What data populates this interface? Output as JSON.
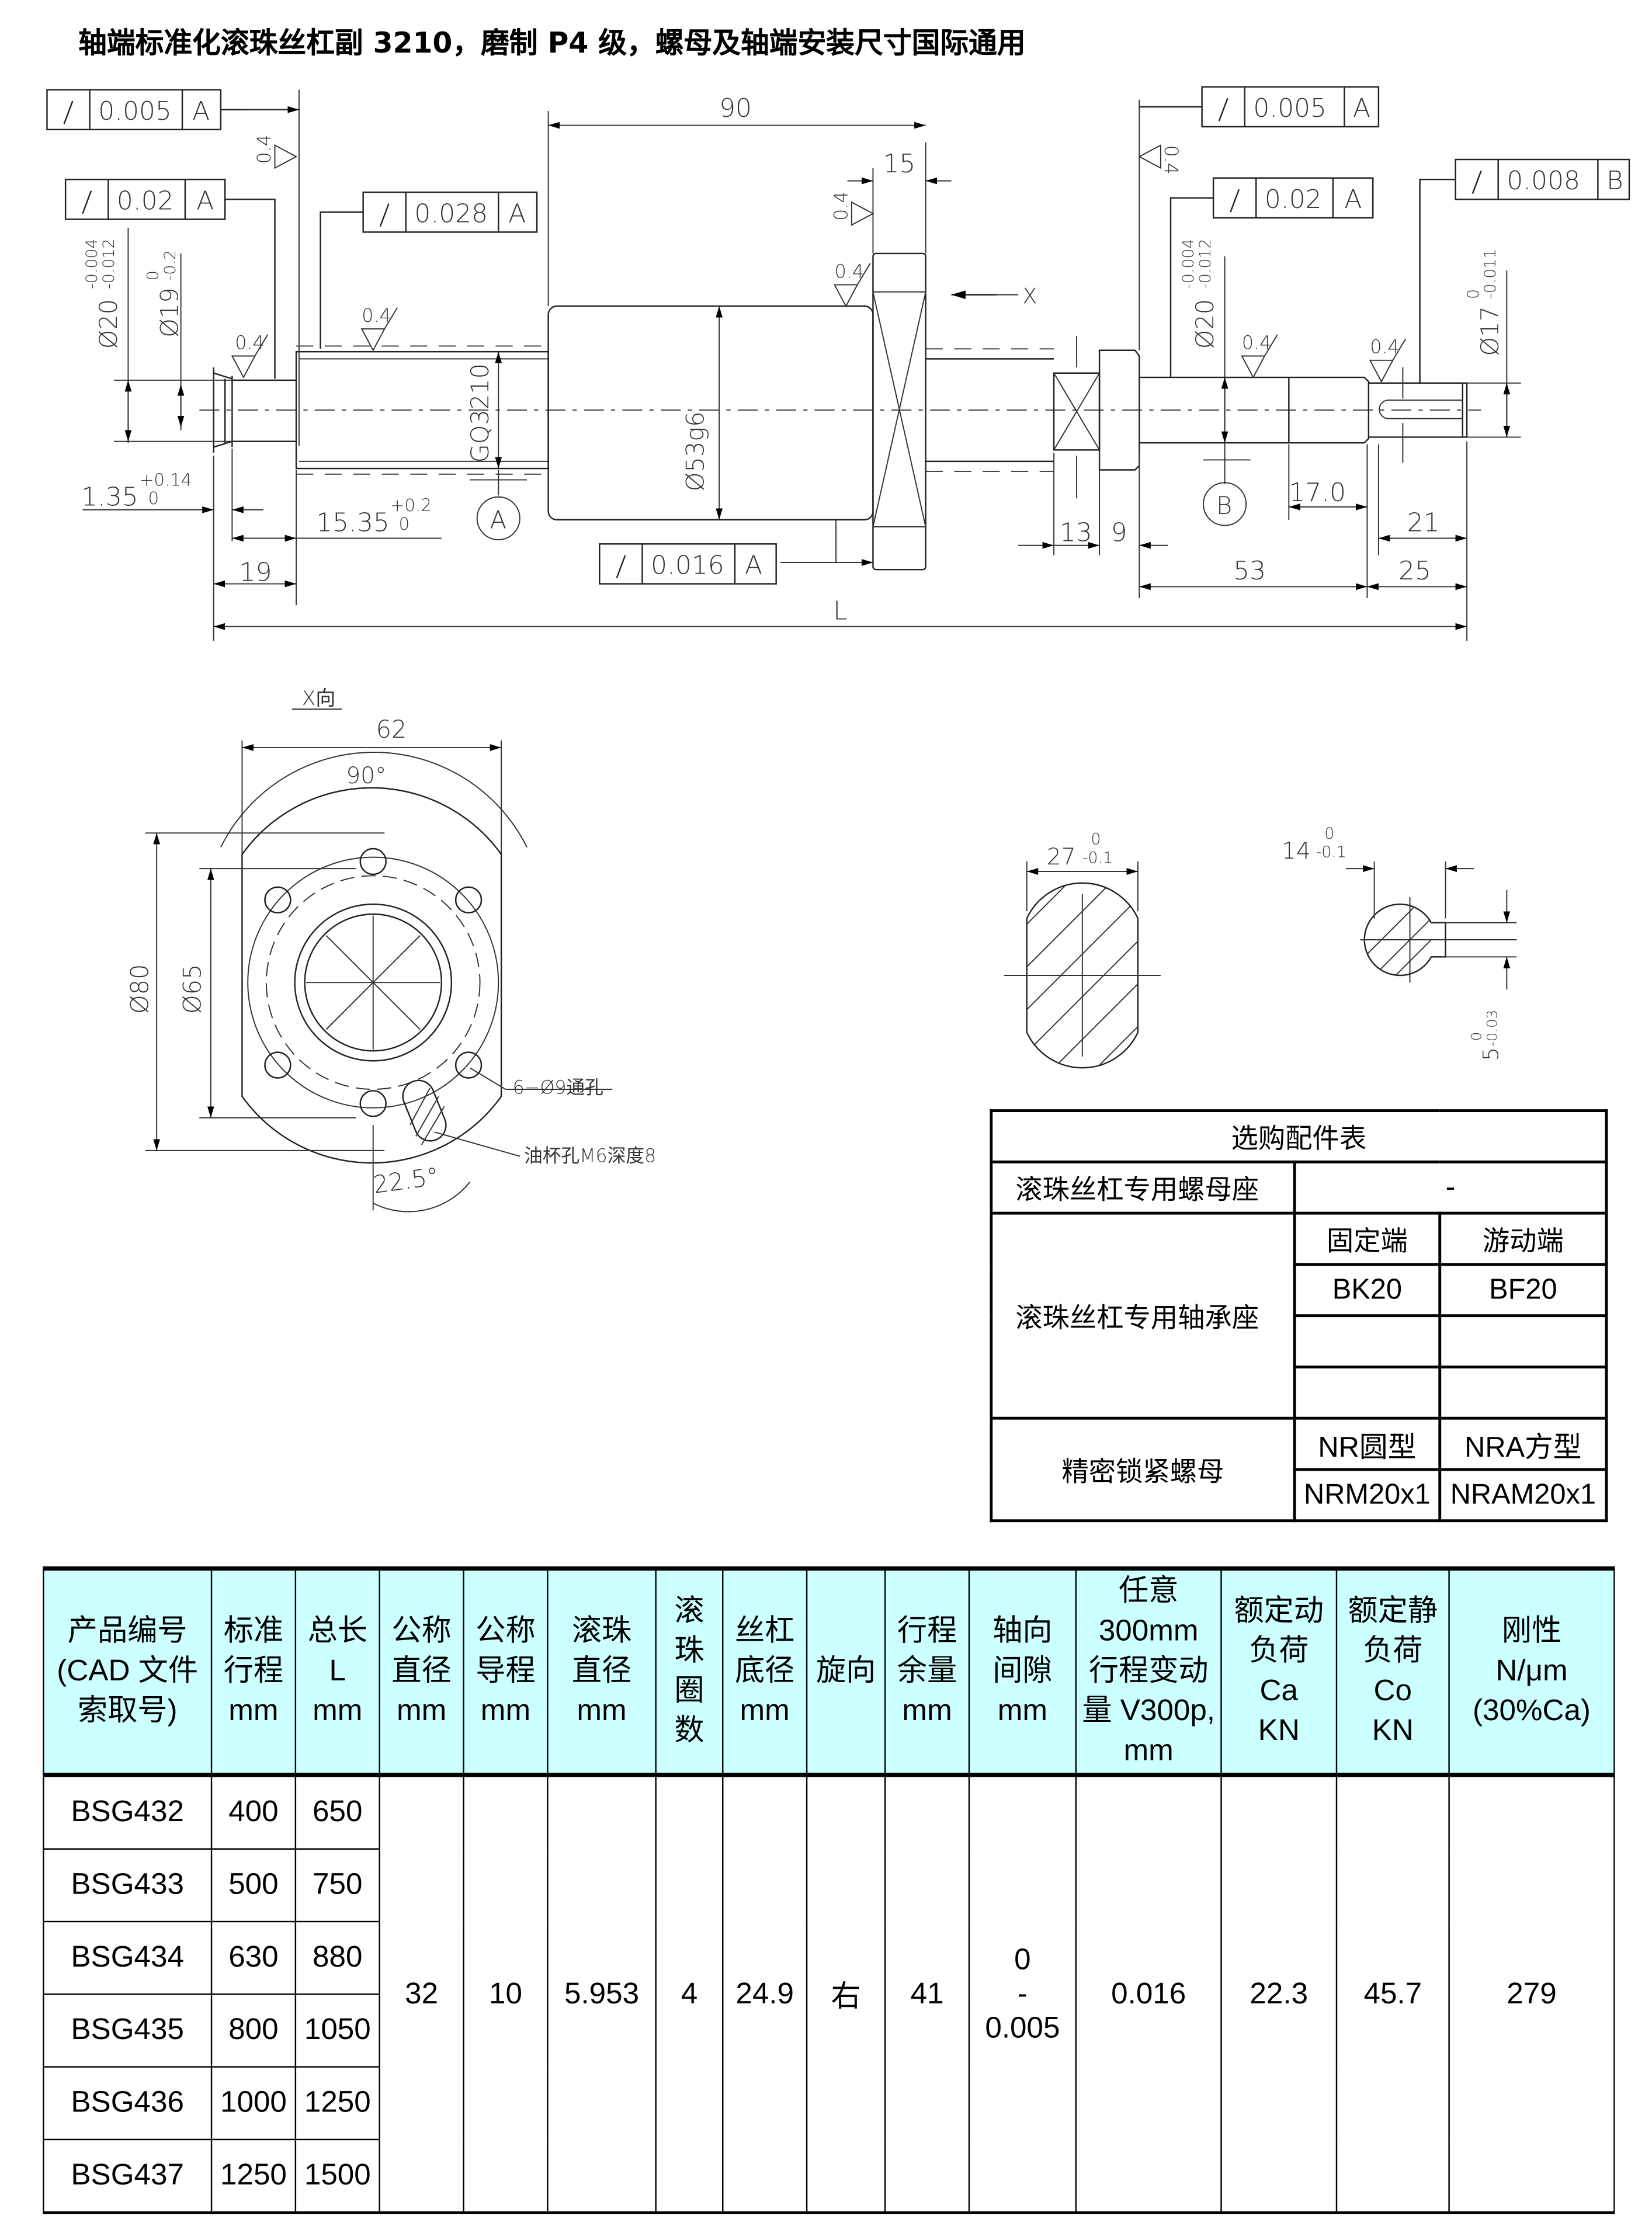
{
  "title": "轴端标准化滚珠丝杠副 3210，磨制 P4 级，螺母及轴端安装尺寸国际通用",
  "drawing": {
    "gdt": [
      {
        "tol": "0.005",
        "datum": "A"
      },
      {
        "tol": "0.02",
        "datum": "A"
      },
      {
        "tol": "0.028",
        "datum": "A"
      },
      {
        "tol": "0.016",
        "datum": "A"
      },
      {
        "tol": "0.005",
        "datum": "A"
      },
      {
        "tol": "0.02",
        "datum": "A"
      },
      {
        "tol": "0.008",
        "datum": "B"
      }
    ],
    "roughness": "0.4",
    "dims": {
      "d90": "90",
      "d15": "15",
      "x_arrow": "X",
      "d20_left": "Ø20",
      "d20_tol": "-0.004",
      "d20_tol2": "-0.012",
      "d19": "Ø19",
      "d19_up": "0",
      "d19_low": "-0.2",
      "thread": "GQ3210",
      "d53g6": "Ø53g6",
      "d1_35": "1.35",
      "d1_35_up": "+0.14",
      "d1_35_low": "0",
      "d15_35": "15.35",
      "d15_35_up": "+0.2",
      "d15_35_low": "0",
      "d19len": "19",
      "datum_a": "A",
      "datum_b": "B",
      "d13": "13",
      "d9": "9",
      "d17_0": "17.0",
      "d21": "21",
      "d53": "53",
      "d25": "25",
      "L": "L",
      "d20_right": "Ø20",
      "d17": "Ø17",
      "d17_up": "0",
      "d17_low": "-0.011"
    },
    "view": {
      "label": "X向",
      "d62": "62",
      "angle90": "90°",
      "d80": "Ø80",
      "d65": "Ø65",
      "holes": "6−Ø9通孔",
      "oil": "油杯孔M6深度8",
      "angle22": "22.5°"
    },
    "sections": {
      "s1": "27",
      "s1_up": "0",
      "s1_low": "-0.1",
      "s2": "14",
      "s2_up": "0",
      "s2_low": "-0.1",
      "s3": "5",
      "s3_up": "0",
      "s3_low": "-0.03"
    }
  },
  "accessories": {
    "title": "选购配件表",
    "nut_seat": {
      "label": "滚珠丝杠专用螺母座",
      "value": "-"
    },
    "bearing_seat": {
      "label": "滚珠丝杠专用轴承座",
      "fixed": "固定端",
      "floating": "游动端",
      "fixed_model": "BK20",
      "floating_model": "BF20"
    },
    "lock_nut": {
      "label": "精密锁紧螺母",
      "round": "NR圆型",
      "square": "NRA方型",
      "round_model": "NRM20x1",
      "square_model": "NRAM20x1"
    }
  },
  "spec_table": {
    "headers": [
      "产品编号\n(CAD 文件\n索取号)",
      "标准\n行程\nmm",
      "总长\nL\nmm",
      "公称\n直径\nmm",
      "公称\n导程\nmm",
      "滚珠\n直径\nmm",
      "滚\n珠\n圈\n数",
      "丝杠\n底径\nmm",
      "旋向",
      "行程\n余量\nmm",
      "轴向\n间隙\nmm",
      "任意\n300mm\n行程变动\n量 V300p,\nmm",
      "额定动\n负荷\nCa\nKN",
      "额定静\n负荷\nCo\nKN",
      "刚性\nN/μm\n(30%Ca)"
    ],
    "rows": [
      {
        "model": "BSG432",
        "stroke": "400",
        "length": "650"
      },
      {
        "model": "BSG433",
        "stroke": "500",
        "length": "750"
      },
      {
        "model": "BSG434",
        "stroke": "630",
        "length": "880"
      },
      {
        "model": "BSG435",
        "stroke": "800",
        "length": "1050"
      },
      {
        "model": "BSG436",
        "stroke": "1000",
        "length": "1250"
      },
      {
        "model": "BSG437",
        "stroke": "1250",
        "length": "1500"
      }
    ],
    "common": {
      "diameter": "32",
      "lead": "10",
      "ball": "5.953",
      "turns": "4",
      "root": "24.9",
      "direction": "右",
      "margin": "41",
      "clearance_a": "0",
      "clearance_b": "-",
      "clearance_c": "0.005",
      "variation": "0.016",
      "ca": "22.3",
      "co": "45.7",
      "rigidity": "279"
    }
  }
}
